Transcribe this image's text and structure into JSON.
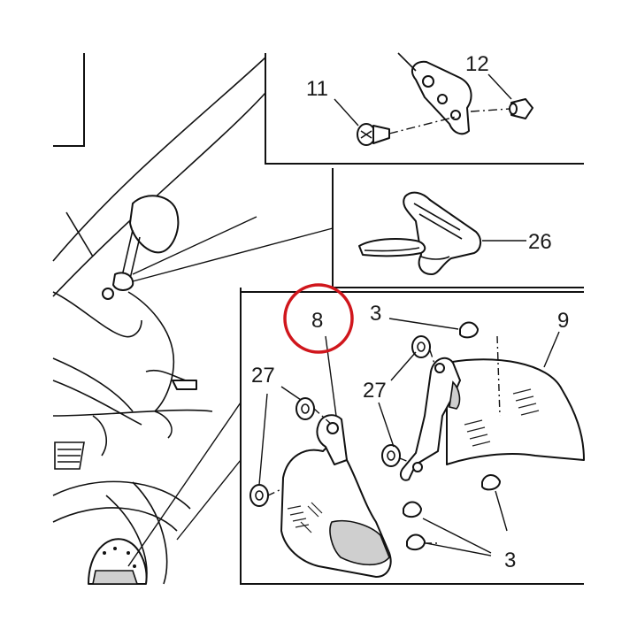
{
  "diagram": {
    "highlight_color": "#d0161c",
    "line_color": "#111111",
    "callouts": {
      "c11": "11",
      "c12": "12",
      "c26": "26",
      "c8": "8",
      "c3_top": "3",
      "c9": "9",
      "c27_left": "27",
      "c27_mid": "27",
      "c3_bottom": "3"
    }
  }
}
